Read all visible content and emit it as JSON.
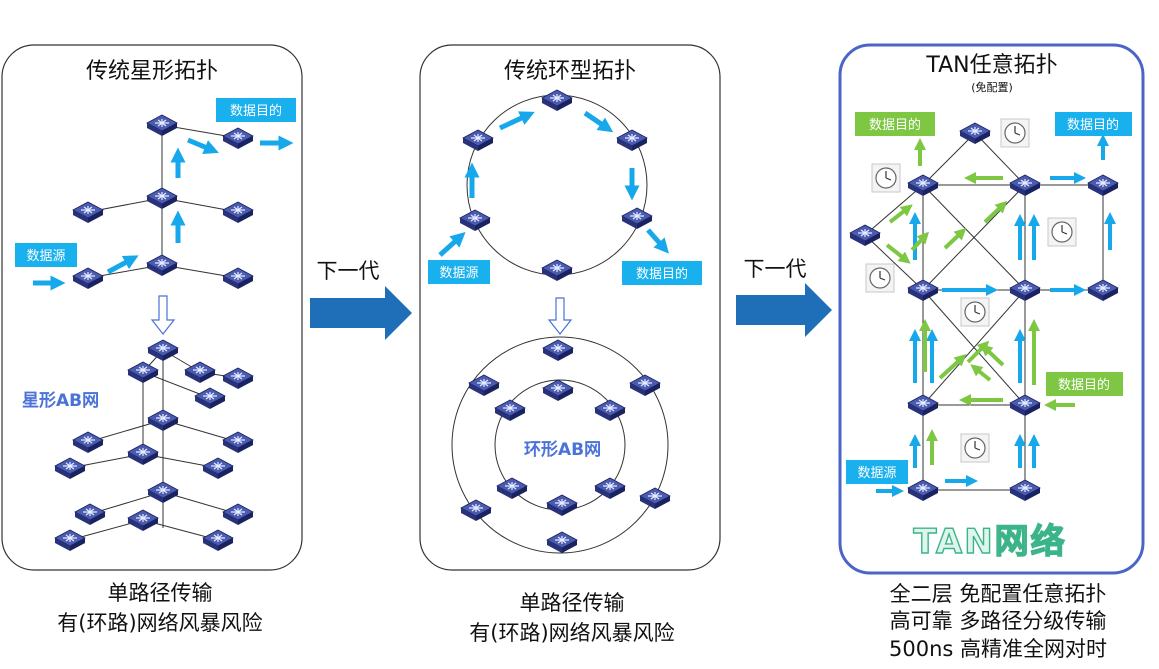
{
  "colors": {
    "arrow_blue": "#16a8ea",
    "arrow_green": "#7dc743",
    "label_blue": "#19b0ee",
    "label_green": "#7dc743",
    "switch_dark": "#2d3a86",
    "tan_border": "#4a64c8",
    "next_arrow": "#1e6fb8"
  },
  "icons": [
    "network-switch-icon",
    "clock-icon",
    "hollow-down-arrow-icon",
    "flow-arrow-icon"
  ],
  "panels": {
    "star": {
      "title": "传统星形拓扑",
      "source_label": "数据源",
      "target_label": "数据目的",
      "ab_label": "星形AB网",
      "caption_lines": [
        "单路径传输",
        "有(环路)网络风暴风险"
      ]
    },
    "ring": {
      "title": "传统环型拓扑",
      "source_label": "数据源",
      "target_label": "数据目的",
      "ab_label": "环形AB网",
      "caption_lines": [
        "单路径传输",
        "有(环路)网络风暴风险"
      ]
    },
    "tan": {
      "title": "TAN任意拓扑",
      "subtitle": "(免配置)",
      "target_label_1": "数据目的",
      "target_label_2": "数据目的",
      "target_label_3": "数据目的",
      "source_label": "数据源",
      "brand": "TAN网络",
      "caption_lines": [
        "全二层 免配置任意拓扑",
        "高可靠 多路径分级传输",
        "500ns 高精准全网对时"
      ]
    }
  },
  "next_generation": [
    "下一代",
    "下一代"
  ]
}
